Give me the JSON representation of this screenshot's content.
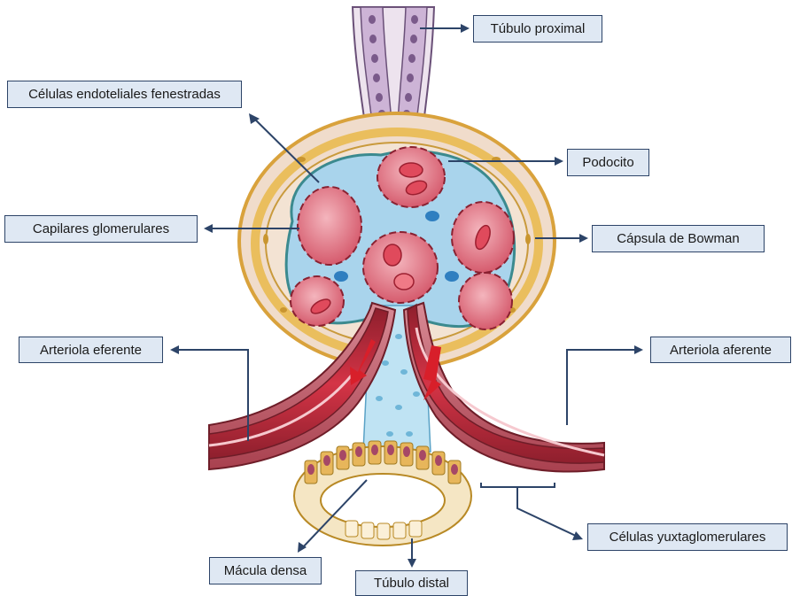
{
  "labels": {
    "tubulo_proximal": "Túbulo proximal",
    "celulas_endoteliales": "Células endoteliales fenestradas",
    "podocito": "Podocito",
    "capilares": "Capilares glomerulares",
    "capsula": "Cápsula de Bowman",
    "arteriola_eferente": "Arteriola eferente",
    "arteriola_aferente": "Arteriola aferente",
    "celulas_yuxta": "Células yuxtaglomerulares",
    "macula_densa": "Mácula densa",
    "tubulo_distal": "Túbulo distal"
  },
  "colors": {
    "capsule_outer": "#e9b84a",
    "capsule_fill": "#efd9c6",
    "capillary": "#d95a6e",
    "capillary_light": "#f2a3ad",
    "podocyte": "#a9d4ec",
    "vessel": "#c8283a",
    "tubule_wall": "#e7b65b",
    "proximal_tubule": "#cbb4d3",
    "leader": "#2d4468",
    "label_fill": "#dfe8f3"
  }
}
